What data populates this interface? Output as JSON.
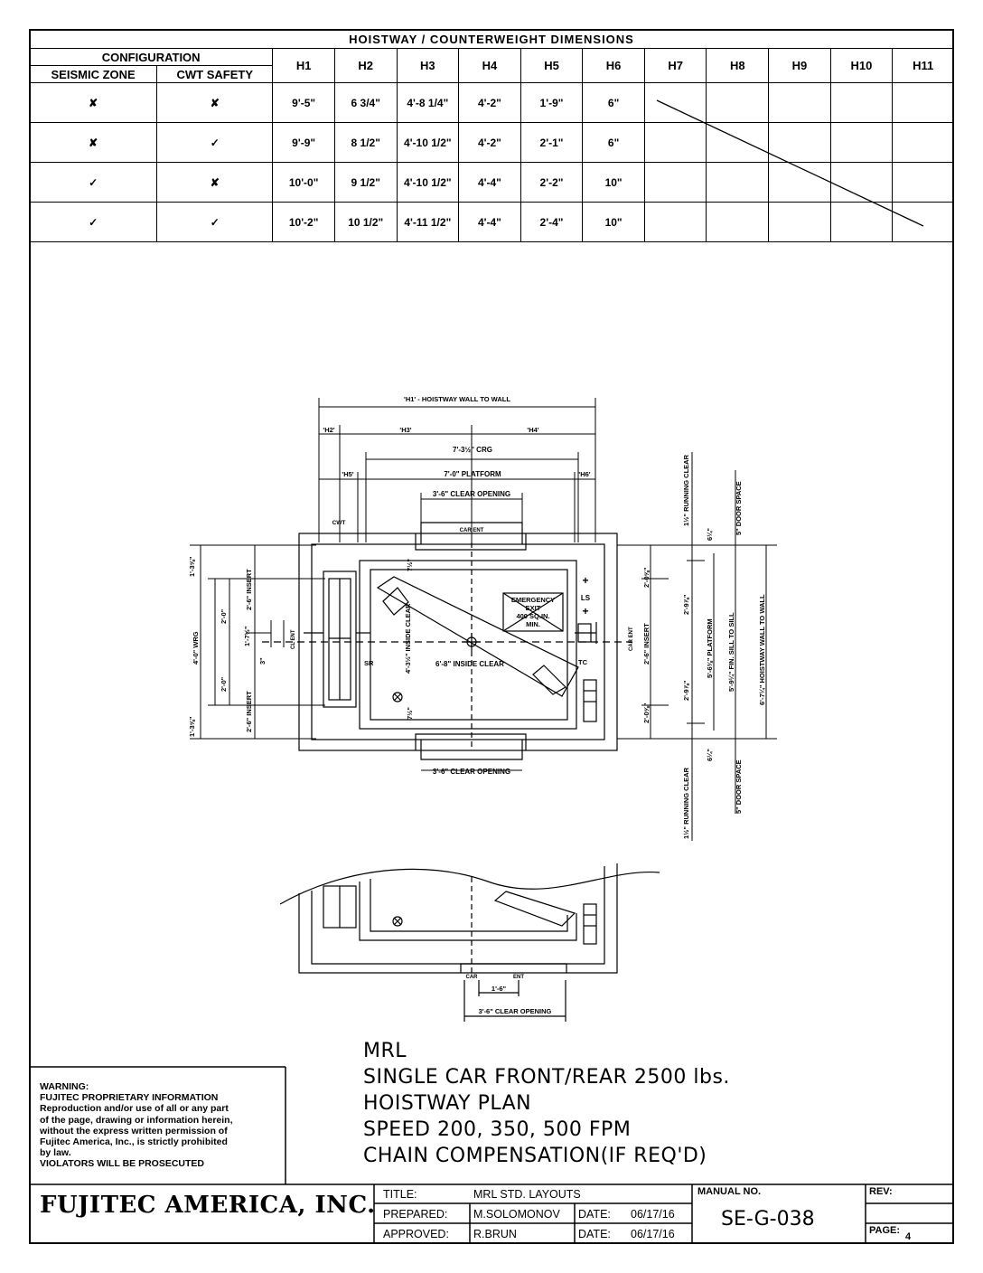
{
  "table": {
    "title": "HOISTWAY / COUNTERWEIGHT DIMENSIONS",
    "configuration_label": "CONFIGURATION",
    "col_seismic": "SEISMIC ZONE",
    "col_cwt": "CWT SAFETY",
    "h_headers": [
      "H1",
      "H2",
      "H3",
      "H4",
      "H5",
      "H6",
      "H7",
      "H8",
      "H9",
      "H10",
      "H11"
    ],
    "rows": [
      {
        "seismic": "✘",
        "cwt": "✘",
        "values": [
          "9'-5\"",
          "6 3/4\"",
          "4'-8 1/4\"",
          "4'-2\"",
          "1'-9\"",
          "6\""
        ]
      },
      {
        "seismic": "✘",
        "cwt": "✓",
        "values": [
          "9'-9\"",
          "8 1/2\"",
          "4'-10 1/2\"",
          "4'-2\"",
          "2'-1\"",
          "6\""
        ]
      },
      {
        "seismic": "✓",
        "cwt": "✘",
        "values": [
          "10'-0\"",
          "9 1/2\"",
          "4'-10 1/2\"",
          "4'-4\"",
          "2'-2\"",
          "10\""
        ]
      },
      {
        "seismic": "✓",
        "cwt": "✓",
        "values": [
          "10'-2\"",
          "10 1/2\"",
          "4'-11 1/2\"",
          "4'-4\"",
          "2'-4\"",
          "10\""
        ]
      }
    ]
  },
  "drawing": {
    "h1_label": "'H1' - HOISTWAY WALL TO WALL",
    "h2": "'H2'",
    "h3": "'H3'",
    "h4": "'H4'",
    "h5": "'H5'",
    "h6": "'H6'",
    "crg": "7'-3½\" CRG",
    "platform": "7'-0\" PLATFORM",
    "clear_opening": "3'-6\" CLEAR OPENING",
    "clear_opening_bottom": "3'-6\" CLEAR OPENING",
    "cwt": "CWT",
    "car_ent": "CAR ENT",
    "emergency": [
      "EMERGENCY",
      "EXIT",
      "400 SQ.IN.",
      "MIN."
    ],
    "ls": "LS",
    "inside_clear_v": "4'-3½\" INSIDE CLEAR",
    "inside_clear_h": "6'-8\" INSIDE CLEAR",
    "sr": "SR",
    "tc": "TC",
    "left_dims": [
      "1'-3⅝\"",
      "2'-6\" INSERT",
      "2'-0\"",
      "4'-0\" WRG",
      "1'-7½\"",
      "3\"",
      "2'-0\"",
      "2'-6\" INSERT",
      "1'-3⅝\""
    ],
    "seven_half": "7½\"",
    "cl_ent": "CL ENT",
    "right_dims_inner": [
      "2'-0⅝\"",
      "2'-6\" INSERT",
      "2'-0⅝\""
    ],
    "car_ent_right": "CAR ENT",
    "right_dims_outer": [
      "2'-9⅞\"",
      "2'-9⅞\""
    ],
    "running_clear_top": "1½\" RUNNING CLEAR",
    "door_space_top": "5\" DOOR SPACE",
    "six_q_top": "6¼\"",
    "platform_v": "5'-6⅜\" PLATFORM",
    "fin_sill": "5'-9¼\" FIN. SILL TO SILL",
    "hoistway_v": "6'-7¼\" HOISTWAY WALL TO WALL",
    "six_q_bottom": "6¼\"",
    "running_clear_bottom": "1½\" RUNNING CLEAR",
    "door_space_bottom": "5\" DOOR SPACE",
    "detail_car": "CAR",
    "detail_ent": "ENT",
    "detail_dim": "1'-6\"",
    "detail_clear": "3'-6\" CLEAR OPENING"
  },
  "notes": [
    "MRL",
    "SINGLE CAR FRONT/REAR 2500 lbs.",
    "HOISTWAY PLAN",
    "SPEED 200, 350, 500 FPM",
    "CHAIN COMPENSATION(IF REQ'D)"
  ],
  "warning": [
    "WARNING:",
    "FUJITEC PROPRIETARY INFORMATION",
    "Reproduction and/or use of all or any part",
    "of the page, drawing or information herein,",
    "without the express written permission of",
    "Fujitec America, Inc., is strictly prohibited",
    "by law.",
    "VIOLATORS WILL BE PROSECUTED"
  ],
  "company": "FUJITEC AMERICA, INC.",
  "title_block": {
    "title_label": "TITLE:",
    "title_value": "MRL STD. LAYOUTS",
    "prepared_label": "PREPARED:",
    "prepared_value": "M.SOLOMONOV",
    "approved_label": "APPROVED:",
    "approved_value": "R.BRUN",
    "date_label": "DATE:",
    "date_prepared": "06/17/16",
    "date_approved": "06/17/16",
    "manual_label": "MANUAL NO.",
    "manual_value": "SE-G-038",
    "rev_label": "REV:",
    "page_label": "PAGE:",
    "page_value": "4"
  }
}
